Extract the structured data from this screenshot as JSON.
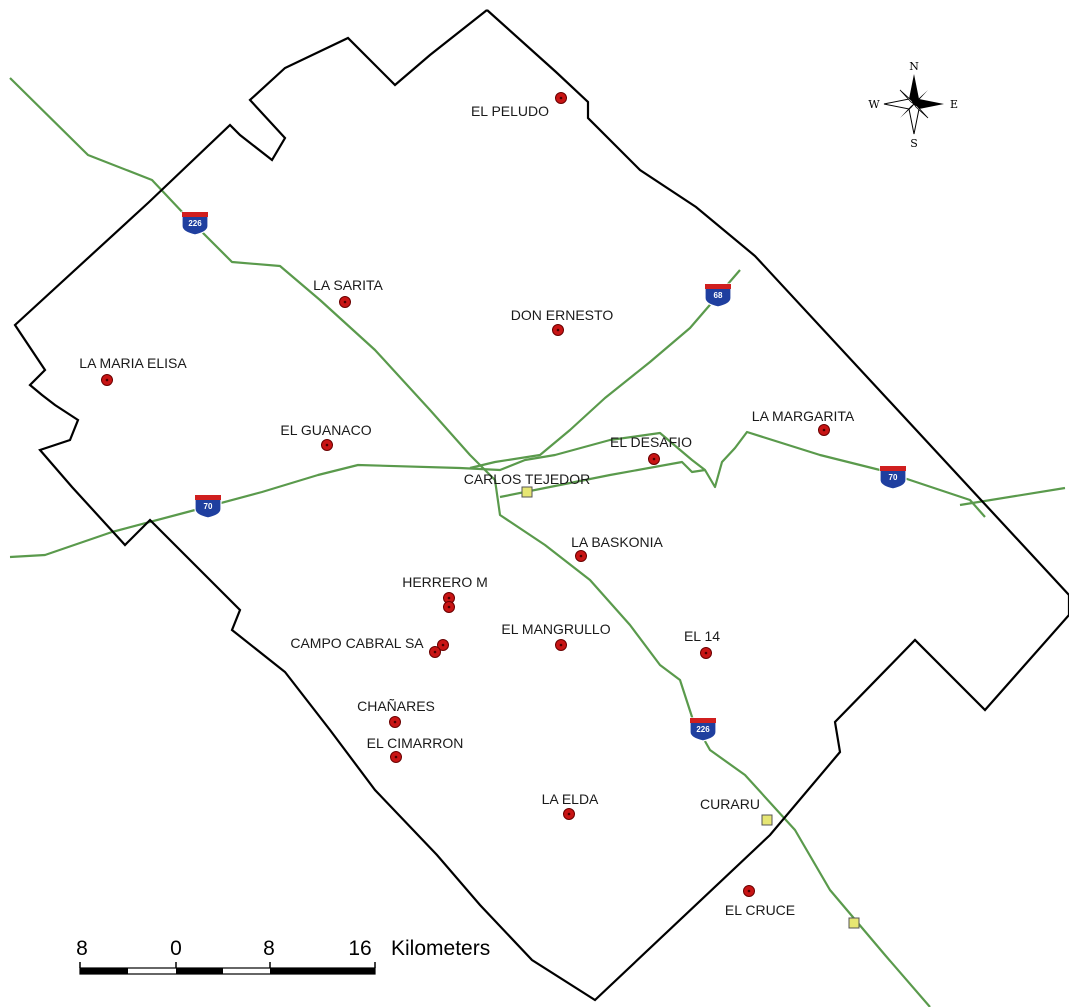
{
  "places": [
    {
      "name": "EL PELUDO"
    },
    {
      "name": "LA SARITA"
    },
    {
      "name": "DON ERNESTO"
    },
    {
      "name": "LA MARIA ELISA"
    },
    {
      "name": "EL GUANACO"
    },
    {
      "name": "LA MARGARITA"
    },
    {
      "name": "EL DESAFIO"
    },
    {
      "name": "LA  BASKONIA"
    },
    {
      "name": "HERRERO M"
    },
    {
      "name": "EL MANGRULLO"
    },
    {
      "name": "EL 14"
    },
    {
      "name": "CAMPO CABRAL SA"
    },
    {
      "name": "CHAÑARES"
    },
    {
      "name": "EL CIMARRON"
    },
    {
      "name": "LA ELDA"
    },
    {
      "name": "EL CRUCE"
    }
  ],
  "towns": [
    {
      "name": "CARLOS TEJEDOR"
    },
    {
      "name": "CURARU"
    },
    {
      "name": ""
    }
  ],
  "route_shields": [
    "226",
    "68",
    "70",
    "70",
    "226"
  ],
  "compass": {
    "n": "N",
    "s": "S",
    "e": "E",
    "w": "W"
  },
  "scale_bar": {
    "ticks": [
      "8",
      "0",
      "8",
      "16"
    ],
    "unit": "Kilometers"
  },
  "colors": {
    "boundary": "#000000",
    "road": "#5a9a4c",
    "estancia_dot": "#c81414",
    "town_marker": "#e6e673",
    "shield_blue": "#1f3f9f",
    "shield_red": "#d01f1f"
  }
}
